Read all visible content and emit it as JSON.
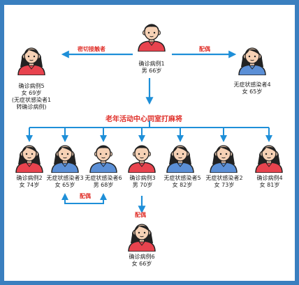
{
  "colors": {
    "confirmed_shirt": "#e8434e",
    "asymptomatic_shirt": "#5b8fd6",
    "line": "#1e8fd8",
    "label_red": "#e0302a",
    "hair": "#222222",
    "skin": "#f6d1b5"
  },
  "people": {
    "case1": {
      "type": "confirmed",
      "gender": "male",
      "name": "确诊病例1",
      "info": "男 66岁"
    },
    "case5": {
      "type": "confirmed",
      "gender": "female",
      "name": "确诊病例5",
      "info": "女 69岁",
      "note1": "(无症状感染者1",
      "note2": "转确诊病例)"
    },
    "asym4": {
      "type": "asymptomatic",
      "gender": "female",
      "name": "无症状感染者4",
      "info": "女 65岁"
    },
    "case2": {
      "type": "confirmed",
      "gender": "female",
      "name": "确诊病例2",
      "info": "女 74岁"
    },
    "asym3": {
      "type": "asymptomatic",
      "gender": "female",
      "name": "无症状感染者3",
      "info": "女 65岁"
    },
    "asym6": {
      "type": "asymptomatic",
      "gender": "male",
      "name": "无症状感染者6",
      "info": "男 68岁"
    },
    "case3": {
      "type": "confirmed",
      "gender": "male",
      "name": "确诊病例3",
      "info": "男 70岁"
    },
    "asym5": {
      "type": "asymptomatic",
      "gender": "female",
      "name": "无症状感染者5",
      "info": "女 82岁"
    },
    "asym2": {
      "type": "asymptomatic",
      "gender": "female",
      "name": "无症状感染者2",
      "info": "女 73岁"
    },
    "case4": {
      "type": "confirmed",
      "gender": "female",
      "name": "确诊病例4",
      "info": "女 81岁"
    },
    "case6": {
      "type": "confirmed",
      "gender": "female",
      "name": "确诊病例6",
      "info": "女 66岁"
    }
  },
  "relations": {
    "close_contact": "密切接触者",
    "spouse_top": "配偶",
    "spouse_mid": "配偶",
    "spouse_bottom": "配偶",
    "activity": "老年活动中心同室打麻将"
  }
}
